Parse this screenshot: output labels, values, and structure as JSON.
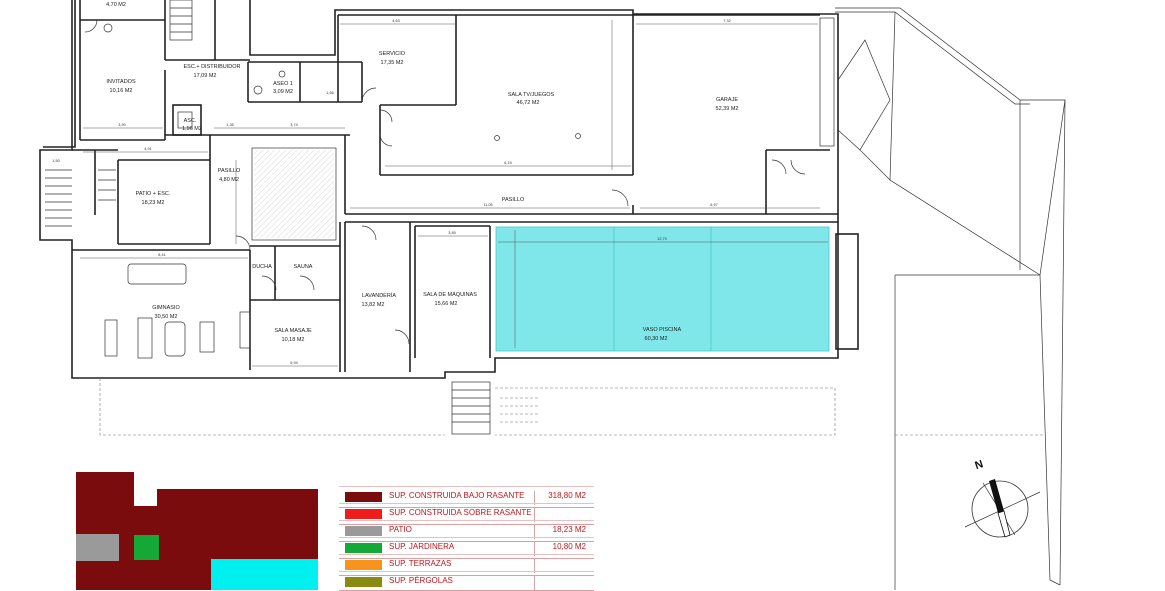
{
  "rooms": {
    "top_area": "4,70 M2",
    "invitados": "INVITADOS",
    "invitados_area": "10,16 M2",
    "esc_distribuidor": "ESC.+ DISTRIBUIDOR",
    "esc_distribuidor_area": "17,09 M2",
    "asc": "ASC.",
    "asc_area": "1,96 M2",
    "aseo": "ASEO 1",
    "aseo_area": "3,09 M2",
    "servicio": "SERVICIO",
    "servicio_area": "17,35 M2",
    "sala_tv": "SALA TV/JUEGOS",
    "sala_tv_area": "46,72 M2",
    "garaje": "GARAJE",
    "garaje_area": "52,39 M2",
    "pasillo_left": "PASILLO",
    "pasillo_left_area": "4,80 M2",
    "patio_esc": "PATIO + ESC.",
    "patio_esc_area": "18,23 M2",
    "pasillo_main": "PASILLO",
    "ducha": "DUCHA",
    "sauna": "SAUNA",
    "gimnasio": "GIMNASIO",
    "gimnasio_area": "30,50 M2",
    "sala_masaje": "SALA MASAJE",
    "sala_masaje_area": "10,18 M2",
    "lavanderia": "LAVANDERÍA",
    "lavanderia_area": "13,82 M2",
    "sala_maquinas": "SALA DE MÁQUINAS",
    "sala_maquinas_area": "15,66 M2",
    "vaso_piscina": "VASO PISCINA",
    "vaso_piscina_area": "60,30 M2"
  },
  "dimensions": {
    "d1": "4,63",
    "d2": "7,32",
    "d3": "3,90",
    "d4": "1,35",
    "d5": "3,74",
    "d6": "4,91",
    "d7": "6,15",
    "d8": "11,05",
    "d9": "6,97",
    "d10": "8,41",
    "d11": "12,79",
    "d12": "3,85",
    "d13": "5,94",
    "d14": "1,66",
    "d15": "1,50"
  },
  "north_label": "N",
  "legend": [
    {
      "name": "SUP. CONSTRUIDA  BAJO RASANTE",
      "value": "318,80 M2",
      "color": "#7b0c0e"
    },
    {
      "name": "SUP. CONSTRUIDA SOBRE RASANTE",
      "value": "",
      "color": "#ef1c1c"
    },
    {
      "name": "PATIO",
      "value": "18,23 M2",
      "color": "#9a9a9a"
    },
    {
      "name": "SUP. JARDINERA",
      "value": "10,80 M2",
      "color": "#14a836"
    },
    {
      "name": "SUP. TERRAZAS",
      "value": "",
      "color": "#f7941d"
    },
    {
      "name": "SUP. PÉRGOLAS",
      "value": "",
      "color": "#8a8a10"
    }
  ],
  "colors": {
    "pool": "#7fe7e9",
    "bajo_rasante": "#7b0c0e",
    "patio": "#9a9a9a",
    "jardinera": "#14a836",
    "pool_solid": "#00f0f0"
  }
}
